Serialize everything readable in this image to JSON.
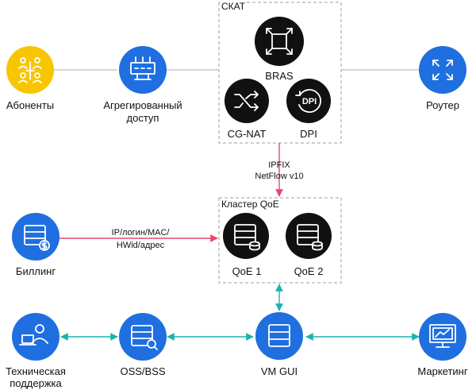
{
  "colors": {
    "blue": "#1f6fe0",
    "yellow": "#f7c600",
    "black": "#111111",
    "grey_line": "#bdbdbd",
    "pink": "#e8476a",
    "teal": "#1cb3b0",
    "dash": "#9e9e9e"
  },
  "groups": {
    "skat": "СКАТ",
    "qoe_cluster": "Кластер QoE"
  },
  "nodes": {
    "subscribers": {
      "label": "Абоненты",
      "icon": "people-network-icon"
    },
    "aggregated": {
      "label_line1": "Агрегированный",
      "label_line2": "доступ",
      "icon": "switch-icon"
    },
    "bras": {
      "label": "BRAS",
      "icon": "expand-arrows-icon"
    },
    "cgnat": {
      "label": "CG-NAT",
      "icon": "shuffle-icon"
    },
    "dpi": {
      "label": "DPI",
      "icon_text": "DPI",
      "icon": "dpi-icon"
    },
    "router": {
      "label": "Роутер",
      "icon": "router-icon"
    },
    "billing": {
      "label": "Биллинг",
      "icon": "billing-icon"
    },
    "qoe1": {
      "label": "QoE 1",
      "icon": "storage-icon"
    },
    "qoe2": {
      "label": "QoE 2",
      "icon": "storage-icon"
    },
    "support": {
      "label_line1": "Техническая",
      "label_line2": "поддержка",
      "icon": "support-icon"
    },
    "oss": {
      "label": "OSS/BSS",
      "icon": "oss-icon"
    },
    "vmgui": {
      "label": "VM GUI",
      "icon": "table-icon"
    },
    "marketing": {
      "label": "Маркетинг",
      "icon": "monitor-icon"
    }
  },
  "edges": {
    "ipfix_line1": "IPFIX",
    "ipfix_line2": "NetFlow v10",
    "billing_line1": "IP/логин/MAC/",
    "billing_line2": "HWid/адрес"
  }
}
